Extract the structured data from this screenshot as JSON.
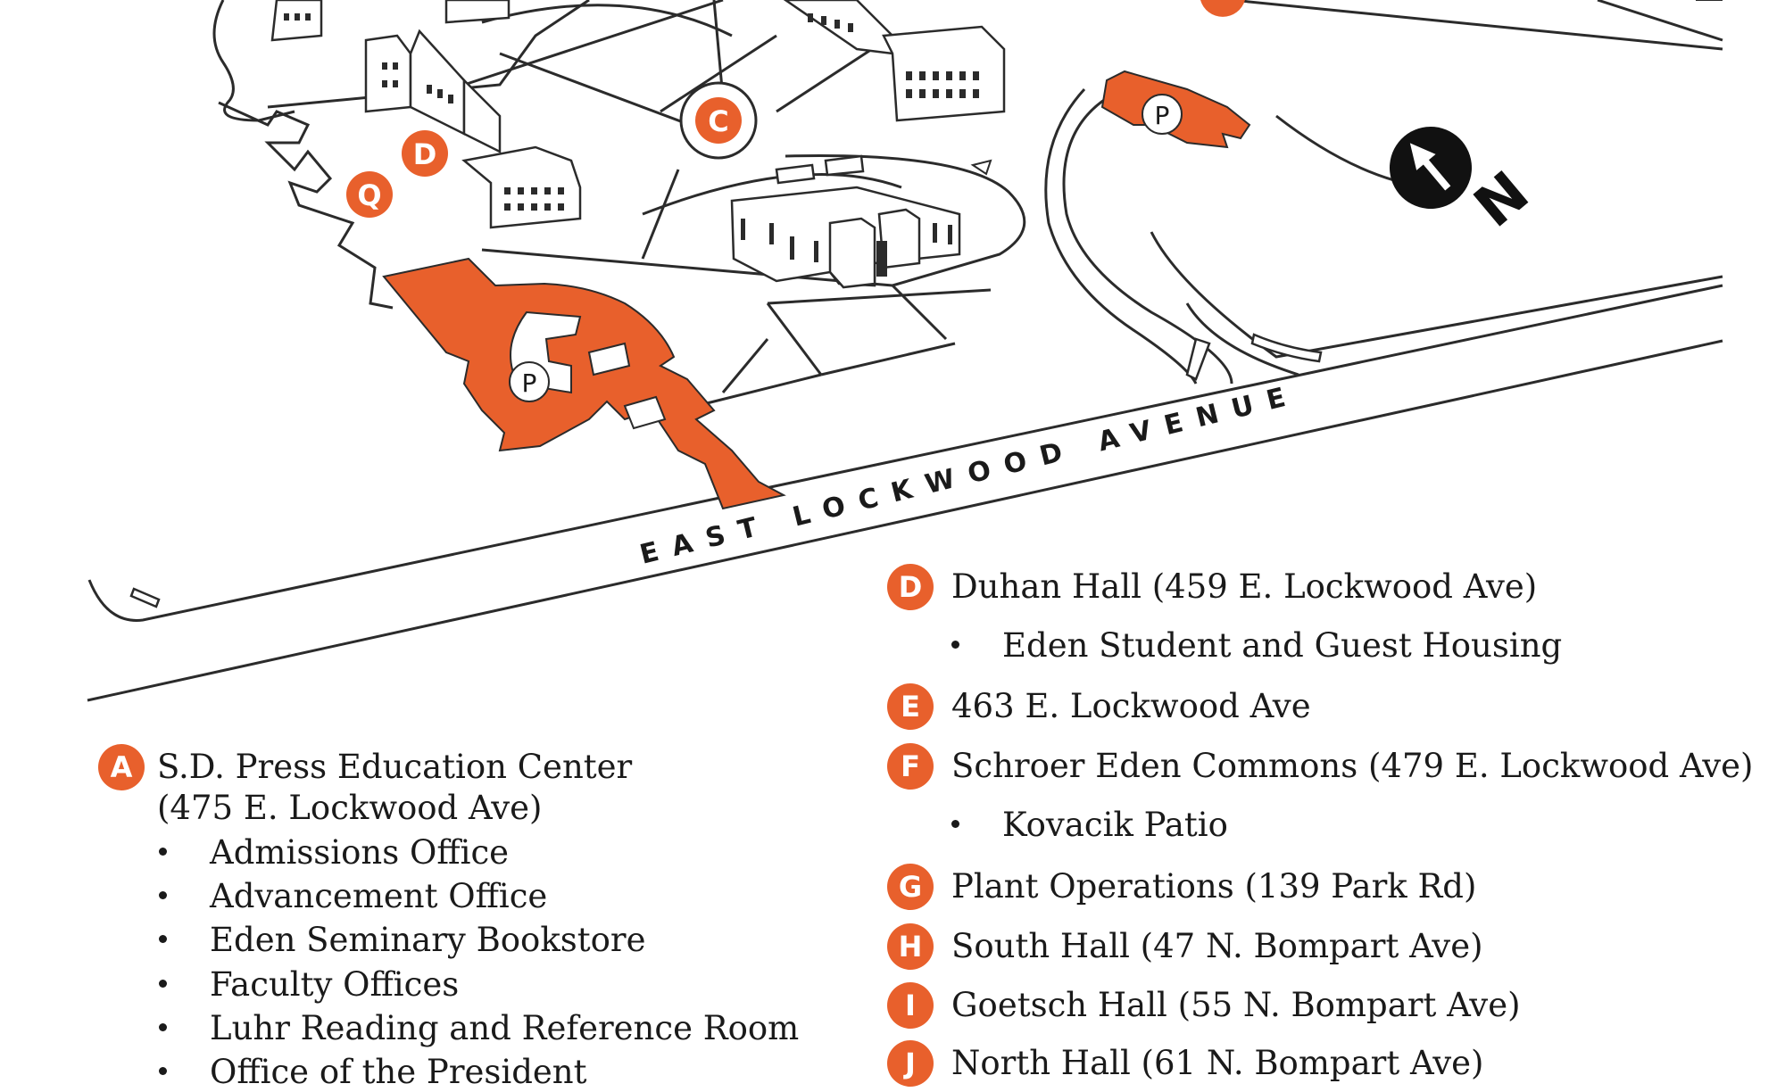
{
  "map": {
    "street_label": "EAST LOCKWOOD AVENUE",
    "north_label": "N",
    "parking_label": "P",
    "map_markers": [
      "C",
      "D",
      "Q"
    ],
    "colors": {
      "accent": "#e8602c",
      "line": "#2b2b2b",
      "background": "#ffffff"
    }
  },
  "legend": {
    "left": {
      "letter": "A",
      "name": "S.D. Press Education Center",
      "address": "(475 E. Lockwood Ave)",
      "items": [
        "Admissions Office",
        "Advancement Office",
        "Eden Seminary Bookstore",
        "Faculty Offices",
        "Luhr Reading and Reference Room",
        "Office of the President"
      ]
    },
    "right": [
      {
        "letter": "D",
        "name": "Duhan Hall (459 E. Lockwood Ave)",
        "items": [
          "Eden Student and Guest Housing"
        ]
      },
      {
        "letter": "E",
        "name": "463 E. Lockwood Ave",
        "items": []
      },
      {
        "letter": "F",
        "name": "Schroer Eden Commons (479 E. Lockwood Ave)",
        "items": [
          "Kovacik Patio"
        ]
      },
      {
        "letter": "G",
        "name": "Plant Operations (139 Park Rd)",
        "items": []
      },
      {
        "letter": "H",
        "name": "South Hall (47 N. Bompart Ave)",
        "items": []
      },
      {
        "letter": "I",
        "name": "Goetsch Hall (55 N. Bompart Ave)",
        "items": []
      },
      {
        "letter": "J",
        "name": "North Hall (61 N. Bompart Ave)",
        "items": []
      }
    ]
  }
}
